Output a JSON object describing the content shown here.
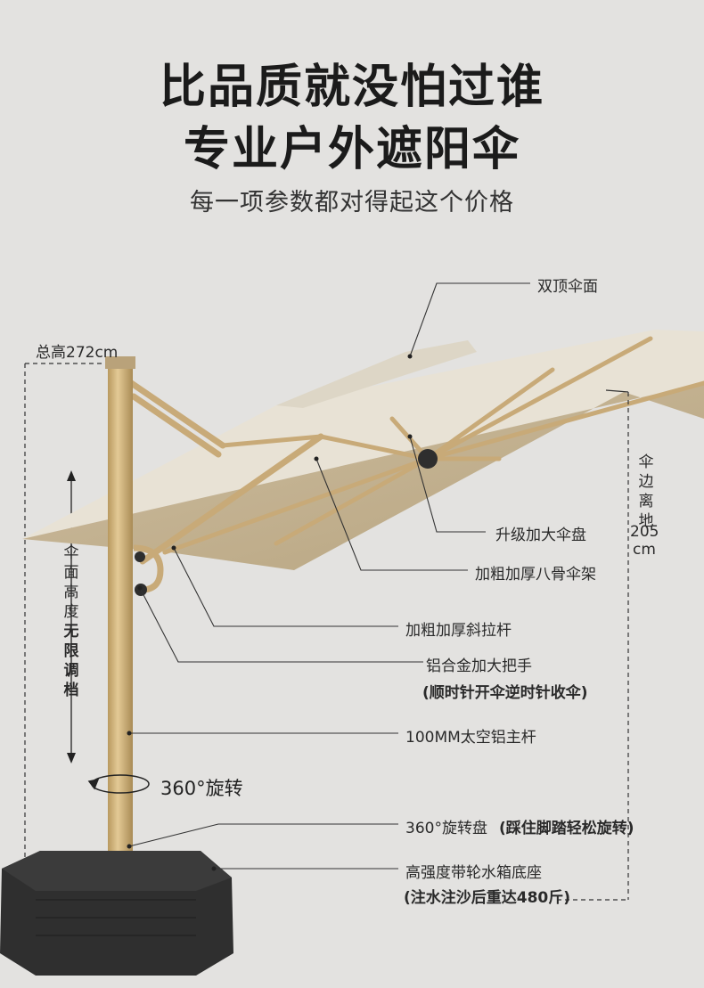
{
  "headline": {
    "line1": "比品质就没怕过谁",
    "line2": "专业户外遮阳伞",
    "subtitle": "每一项参数都对得起这个价格"
  },
  "dimensions": {
    "total_height": "总高272cm",
    "edge_to_ground": [
      "伞",
      "边",
      "离",
      "地"
    ],
    "edge_to_ground_value": "205",
    "edge_to_ground_unit": "cm",
    "canopy_height_normal": "伞面高度",
    "canopy_height_bold": "无限调档",
    "rotation": "360°旋转"
  },
  "callouts": {
    "double_top": "双顶伞面",
    "hub": "升级加大伞盘",
    "ribs": "加粗加厚八骨伞架",
    "brace": "加粗加厚斜拉杆",
    "handle_line1": "铝合金加大把手",
    "handle_line2": "(顺时针开伞逆时针收伞)",
    "pole": "100MM太空铝主杆",
    "swivel_line1": "360°旋转盘",
    "swivel_line2": "(踩住脚踏轻松旋转)",
    "base_line1": "高强度带轮水箱底座",
    "base_line2": "(注水注沙后重达480斤)"
  },
  "colors": {
    "background": "#e3e2e0",
    "canopy_top": "#e9e4d8",
    "canopy_under": "#c2b193",
    "frame": "#c8aa78",
    "base": "#2f2f2f"
  }
}
